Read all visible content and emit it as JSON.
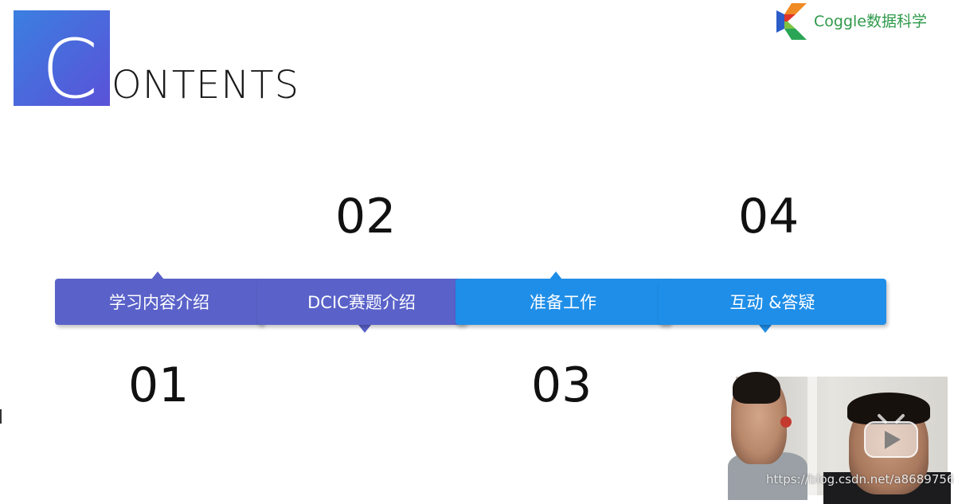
{
  "header": {
    "logo_letter": "C",
    "logo_rest": "ONTENTS",
    "brand_name": "Coggle数据科学",
    "colors": {
      "logo_box": "#4a6ae0",
      "brand_text": "#2e9a4a"
    }
  },
  "timeline": {
    "items": [
      {
        "number": "01",
        "label": "学习内容介绍",
        "color": "#5a62c9"
      },
      {
        "number": "02",
        "label": "DCIC赛题介绍",
        "color": "#5a62c9"
      },
      {
        "number": "03",
        "label": "准备工作",
        "color": "#1f8ee8"
      },
      {
        "number": "04",
        "label": "互动 &答疑",
        "color": "#1f8ee8"
      }
    ]
  },
  "overlay": {
    "play_icon": "play-icon",
    "watermark": "https://blog.csdn.net/a8689756"
  }
}
